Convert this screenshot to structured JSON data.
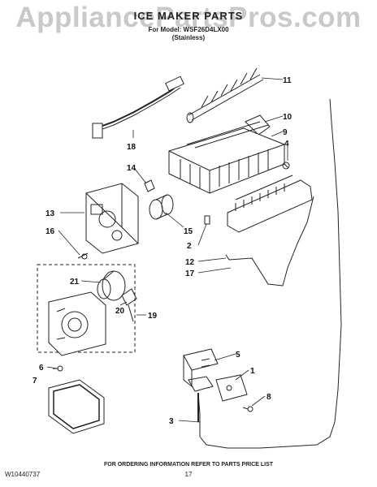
{
  "watermark": "AppliancePartsPros.com",
  "header": {
    "title": "ICE MAKER PARTS",
    "model_line": "For Model: WSF26D4LX00",
    "finish": "(Stainless)"
  },
  "callouts": [
    "11",
    "10",
    "9",
    "4",
    "18",
    "14",
    "13",
    "15",
    "2",
    "16",
    "12",
    "17",
    "21",
    "20",
    "19",
    "5",
    "6",
    "1",
    "7",
    "8",
    "3"
  ],
  "footer": {
    "doc_number": "W10440737",
    "ordering_note": "FOR ORDERING INFORMATION REFER TO PARTS PRICE LIST",
    "page_number": "17"
  }
}
